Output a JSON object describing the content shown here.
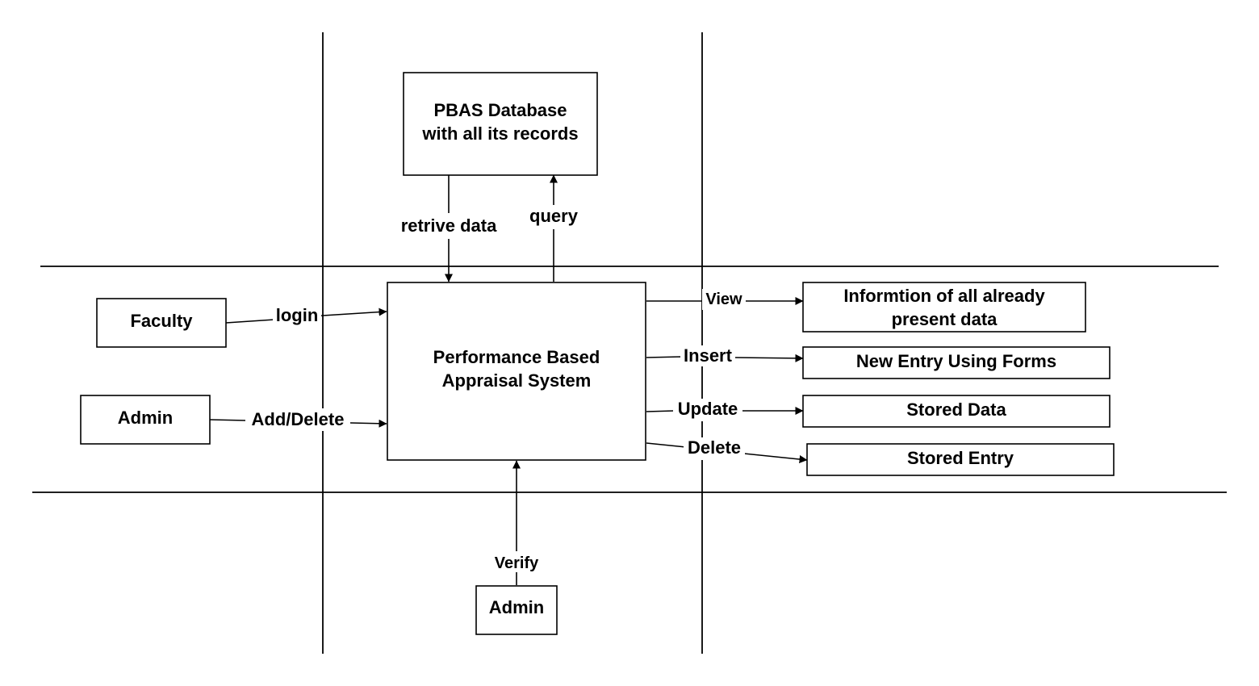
{
  "nodes": {
    "pbas_db": {
      "line1": "PBAS Database",
      "line2": "with all its records"
    },
    "system": {
      "line1": "Performance Based",
      "line2": "Appraisal System"
    },
    "faculty": {
      "label": "Faculty"
    },
    "admin_left": {
      "label": "Admin"
    },
    "admin_bottom": {
      "label": "Admin"
    },
    "info_all": {
      "line1": "Informtion of all already",
      "line2": "present data"
    },
    "new_entry": {
      "label": "New Entry Using Forms"
    },
    "stored_data": {
      "label": "Stored Data"
    },
    "stored_entry": {
      "label": "Stored Entry"
    }
  },
  "edges": {
    "retrive": {
      "label": "retrive data"
    },
    "query": {
      "label": "query"
    },
    "login": {
      "label": "login"
    },
    "add_delete": {
      "label": "Add/Delete"
    },
    "view": {
      "label": "View"
    },
    "insert": {
      "label": "Insert"
    },
    "update": {
      "label": "Update"
    },
    "delete": {
      "label": "Delete"
    },
    "verify": {
      "label": "Verify"
    }
  }
}
